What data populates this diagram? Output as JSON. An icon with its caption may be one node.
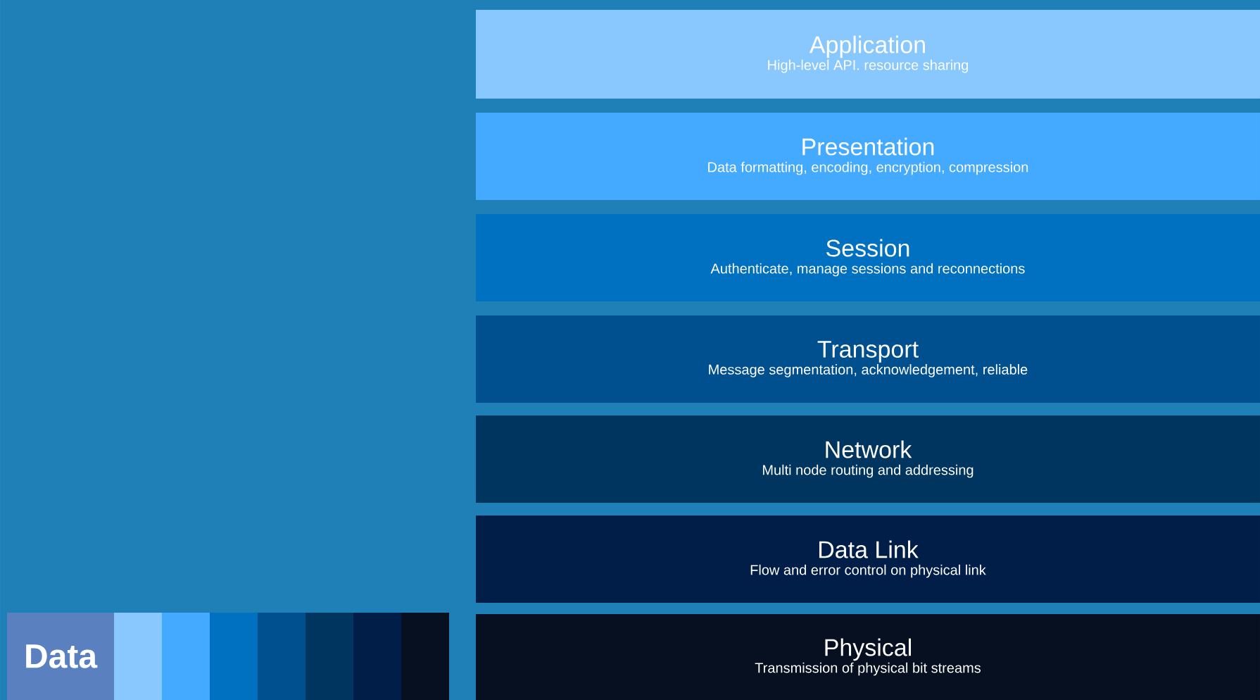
{
  "diagram": {
    "nodes": [
      {
        "text": [
          "Application",
          "High-level API. resource sharing"
        ]
      },
      {
        "text": [
          "Presentation",
          "Data formatting, encoding, encryption, compression"
        ]
      },
      {
        "text": [
          "Session",
          "Authenticate, manage sessions and reconnections"
        ]
      },
      {
        "text": [
          "Transport",
          "Message segmentation, acknowledgement, reliable"
        ]
      },
      {
        "text": [
          "Network",
          "Multi node routing and addressing"
        ]
      },
      {
        "text": [
          "Data Link",
          "Flow and error control on physical link"
        ]
      },
      {
        "text": [
          "Physical",
          "Transmission of physical bit streams"
        ]
      },
      {
        "text": [
          "Data"
        ]
      },
      {
        "text": [],
        "shape": "box"
      },
      {
        "text": [],
        "shape": "box"
      },
      {
        "text": [],
        "shape": "box"
      },
      {
        "text": [],
        "shape": "box"
      },
      {
        "text": [],
        "shape": "box"
      },
      {
        "text": [],
        "shape": "box"
      },
      {
        "text": [],
        "shape": "box"
      }
    ]
  }
}
